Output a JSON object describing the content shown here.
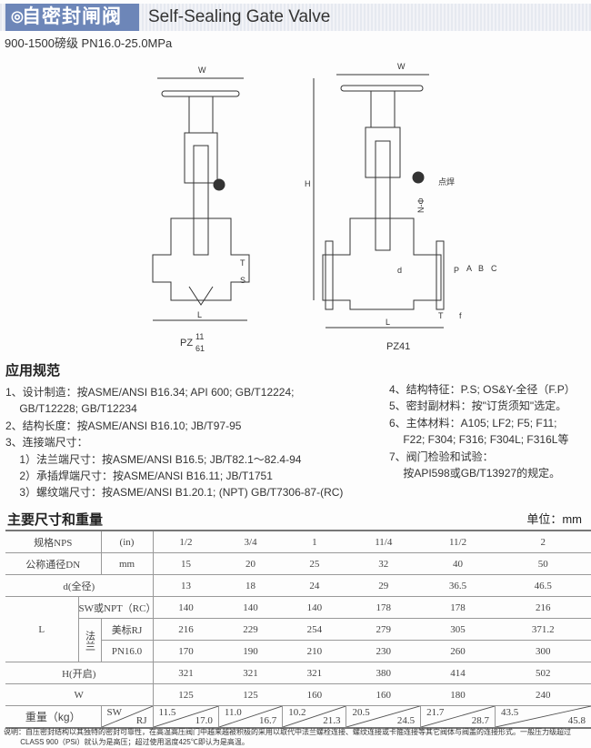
{
  "header": {
    "title_cn": "自密封闸阀",
    "title_en": "Self-Sealing Gate Valve",
    "ring": "◎",
    "subtitle": "900-1500磅级  PN16.0-25.0MPa"
  },
  "drawings": {
    "left": {
      "w": "W",
      "t": "T",
      "s": "S",
      "l": "L",
      "model": "PZ",
      "sup": "11",
      "sub": "61"
    },
    "right": {
      "w": "W",
      "h": "H",
      "weld": "点焊",
      "n": "N-Φ",
      "p": "P",
      "a": "A",
      "b": "B",
      "c": "C",
      "d": "d",
      "l": "L",
      "t": "T",
      "f": "f",
      "model": "PZ41"
    }
  },
  "specs": {
    "title": "应用规范",
    "left": [
      "1、设计制造：按ASME/ANSI B16.34; API 600; GB/T12224;",
      "　 GB/T12228; GB/T12234",
      "2、结构长度：按ASME/ANSI B16.10; JB/T97-95",
      "3、连接端尺寸：",
      "　 1）法兰端尺寸：按ASME/ANSI B16.5; JB/T82.1～82.4-94",
      "　 2）承插焊端尺寸：按ASME/ANSI B16.11; JB/T1751",
      "　 3）螺纹端尺寸：按ASME/ANSI B1.20.1; (NPT) GB/T7306-87-(RC)"
    ],
    "right": [
      "4、结构特征：P.S; OS&Y-全径（F.P）",
      "5、密封副材料：按\"订货须知\"选定。",
      "6、主体材料：A105; LF2; F5; F11;",
      "　 F22; F304; F316; F304L; F316L等",
      "7、阀门检验和试验：",
      "　 按API598或GB/T13927的规定。"
    ]
  },
  "table": {
    "title": "主要尺寸和重量",
    "unit": "单位：mm",
    "nps": {
      "label": "规格NPS",
      "unit": "(in)",
      "values": [
        "1/2",
        "3/4",
        "1",
        "11/4",
        "11/2",
        "2"
      ]
    },
    "dn": {
      "label": "公称通径DN",
      "unit": "mm",
      "values": [
        "15",
        "20",
        "25",
        "32",
        "40",
        "50"
      ]
    },
    "d": {
      "label": "d(全径)",
      "values": [
        "13",
        "18",
        "24",
        "29",
        "36.5",
        "46.5"
      ]
    },
    "L": {
      "label": "L",
      "flange": "法兰",
      "sw": {
        "label": "SW或NPT（RC）",
        "values": [
          "140",
          "140",
          "140",
          "178",
          "178",
          "216"
        ]
      },
      "rj": {
        "label": "美标RJ",
        "values": [
          "216",
          "229",
          "254",
          "279",
          "305",
          "371.2"
        ]
      },
      "pn": {
        "label": "PN16.0",
        "values": [
          "170",
          "190",
          "210",
          "230",
          "260",
          "300"
        ]
      }
    },
    "H": {
      "label": "H(开启)",
      "values": [
        "321",
        "321",
        "321",
        "380",
        "414",
        "502"
      ]
    },
    "W": {
      "label": "W",
      "values": [
        "125",
        "125",
        "160",
        "160",
        "180",
        "240"
      ]
    },
    "weight": {
      "label": "重量（kg）",
      "sw": "SW",
      "rj": "RJ",
      "sw_values": [
        "11.5",
        "11.0",
        "10.2",
        "20.5",
        "21.7",
        "43.5"
      ],
      "rj_values": [
        "17.0",
        "16.7",
        "21.3",
        "24.5",
        "28.7",
        "45.8"
      ]
    }
  },
  "note": [
    "说明：自压密封结构以其独特的密封可靠性，在高温高压阀门中越来越被积极的采用以取代中法兰螺栓连接、螺纹连接或卡箍连接等其它阀体与阀盖的连接形式。一般压力级超过",
    "　　 CLASS 900（PSi）就认为是高压；超过使用温度425℃即认为是高温。"
  ]
}
